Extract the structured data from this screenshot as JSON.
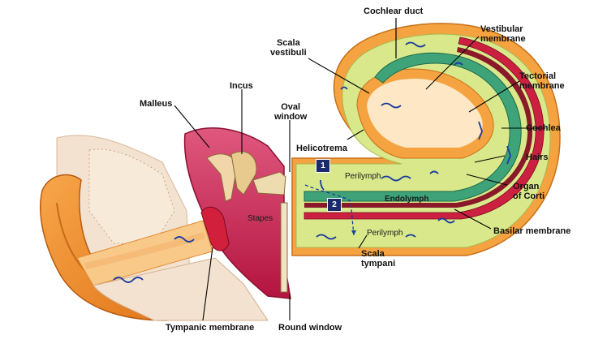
{
  "labels": {
    "cochlear_duct": "Cochlear duct",
    "vestibular_membrane": [
      "Vestibular",
      "membrane"
    ],
    "scala_vestibuli": [
      "Scala",
      "vestibuli"
    ],
    "tectorial_membrane": [
      "Tectorial",
      "membrane"
    ],
    "incus": "Incus",
    "malleus": "Malleus",
    "oval_window": [
      "Oval",
      "window"
    ],
    "cochlea": "Cochlea",
    "helicotrema": "Helicotrema",
    "hairs": "Hairs",
    "organ_of_corti": [
      "Organ",
      "of Corti"
    ],
    "basilar_membrane": "Basilar membrane",
    "scala_tympani": [
      "Scala",
      "tympani"
    ],
    "tympanic_membrane": "Tympanic membrane",
    "round_window": "Round window"
  },
  "inner_labels": {
    "perilymph_upper": "Perilymph",
    "endolymph": "Endolymph",
    "perilymph_lower": "Perilymph",
    "stapes": "Stapes"
  },
  "markers": {
    "one": "1",
    "two": "2"
  },
  "colors": {
    "outer_ear": "#f08a2a",
    "ear_canal": "#f9c98a",
    "bone": "#f3e6d8",
    "middle_ear": "#cc1f4e",
    "cochlea_outer": "#f4a340",
    "perilymph_fill": "#d9e88a",
    "duct_fill": "#3fa37a",
    "basilar": "#cc2040",
    "wave": "#1a3aa0"
  }
}
